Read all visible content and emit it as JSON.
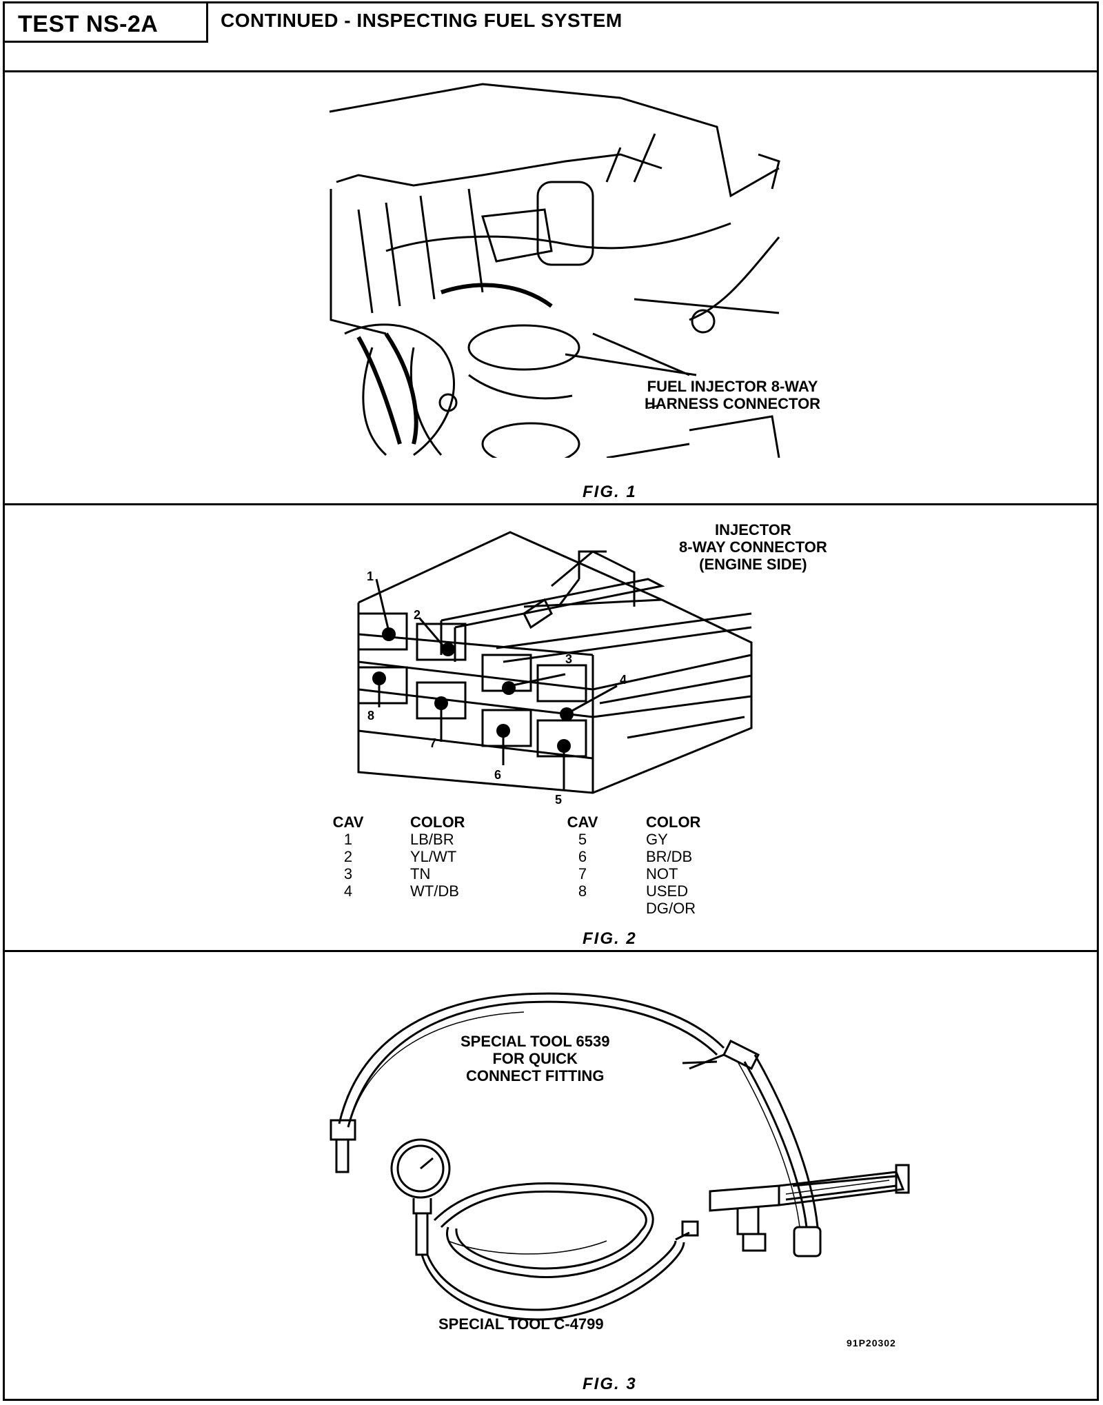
{
  "header": {
    "test_id": "TEST NS-2A",
    "title": "CONTINUED -  INSPECTING FUEL SYSTEM"
  },
  "fig1": {
    "caption": "FIG. 1",
    "callout_line1": "FUEL INJECTOR 8-WAY",
    "callout_line2": "HARNESS CONNECTOR"
  },
  "fig2": {
    "caption": "FIG. 2",
    "title_line1": "INJECTOR",
    "title_line2": "8-WAY CONNECTOR",
    "title_line3": "(ENGINE SIDE)",
    "pins": [
      "1",
      "2",
      "3",
      "4",
      "5",
      "6",
      "7",
      "8"
    ],
    "table_left": {
      "cav_header": "CAV",
      "color_header": "COLOR",
      "rows": [
        {
          "cav": "1",
          "color": "LB/BR"
        },
        {
          "cav": "2",
          "color": "YL/WT"
        },
        {
          "cav": "3",
          "color": "TN"
        },
        {
          "cav": "4",
          "color": "WT/DB"
        }
      ]
    },
    "table_right": {
      "cav_header": "CAV",
      "color_header": "COLOR",
      "rows": [
        {
          "cav": "5",
          "color": "GY"
        },
        {
          "cav": "6",
          "color": "BR/DB"
        },
        {
          "cav": "7",
          "color": "NOT USED"
        },
        {
          "cav": "8",
          "color": "DG/OR"
        }
      ]
    }
  },
  "fig3": {
    "caption": "FIG. 3",
    "tool1_line1": "SPECIAL TOOL 6539",
    "tool1_line2": "FOR QUICK",
    "tool1_line3": "CONNECT FITTING",
    "tool2": "SPECIAL TOOL C-4799",
    "code": "91P20302"
  }
}
